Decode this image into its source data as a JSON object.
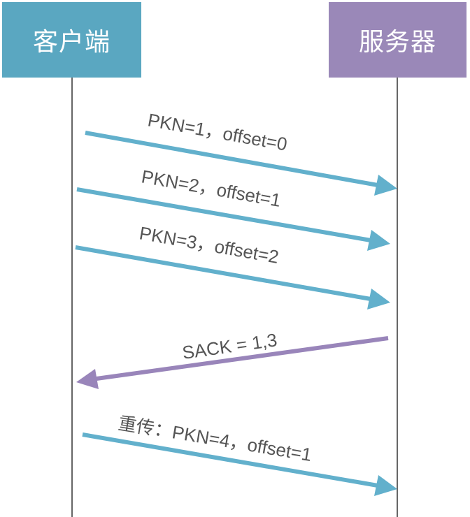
{
  "participants": {
    "client": {
      "label": "客户端",
      "color": "#5aa7c1"
    },
    "server": {
      "label": "服务器",
      "color": "#9a88b8"
    }
  },
  "colors": {
    "lifeline": "#333333",
    "request_arrow": "#62b0cc",
    "ack_arrow": "#9985ba",
    "label_text": "#555555"
  },
  "messages": [
    {
      "label": "PKN=1，offset=0",
      "from": "client",
      "to": "server",
      "kind": "request"
    },
    {
      "label": "PKN=2，offset=1",
      "from": "client",
      "to": "server",
      "kind": "request"
    },
    {
      "label": "PKN=3，offset=2",
      "from": "client",
      "to": "server",
      "kind": "request"
    },
    {
      "label": "SACK = 1,3",
      "from": "server",
      "to": "client",
      "kind": "ack"
    },
    {
      "label": "重传：PKN=4，offset=1",
      "from": "client",
      "to": "server",
      "kind": "request"
    }
  ]
}
